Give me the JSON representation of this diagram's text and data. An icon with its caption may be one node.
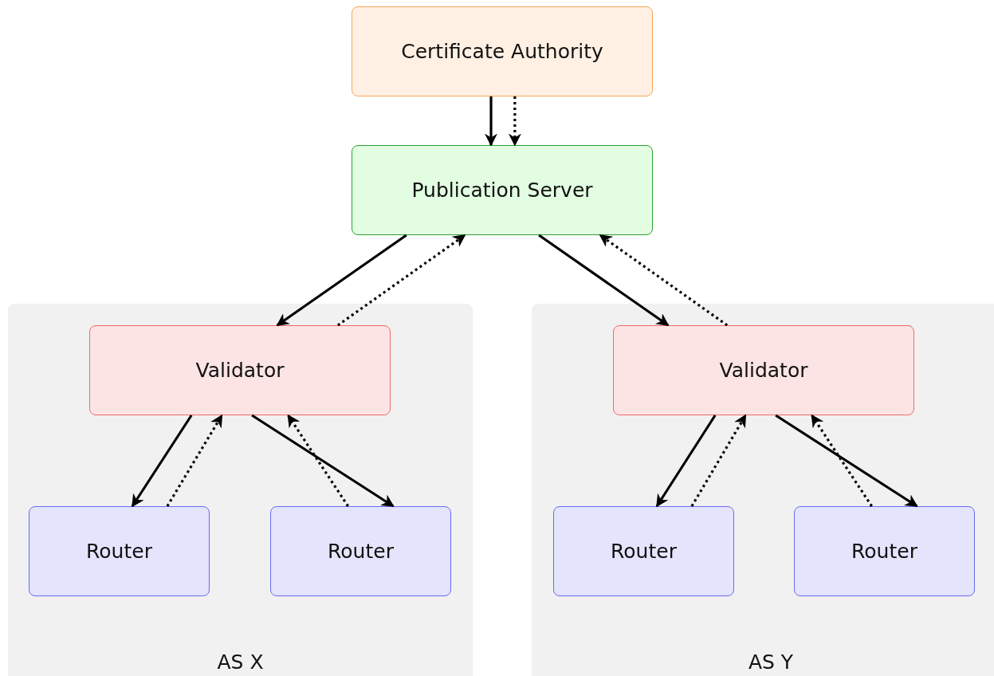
{
  "diagram": {
    "nodes": [
      {
        "text": [
          "Certificate Authority"
        ]
      },
      {
        "text": [
          "Publication Server"
        ]
      },
      {
        "text": [
          "AS X"
        ]
      },
      {
        "text": [
          "Validator"
        ],
        "in": 2
      },
      {
        "text": [
          "Router"
        ],
        "in": 2
      },
      {
        "text": [
          "Router"
        ],
        "in": 2
      },
      {
        "text": [
          "AS Y"
        ]
      },
      {
        "text": [
          "Validator"
        ],
        "in": 6
      },
      {
        "text": [
          "Router"
        ],
        "in": 6
      },
      {
        "text": [
          "Router"
        ],
        "in": 6
      }
    ],
    "edges": [
      {
        "from": 0,
        "to": 1,
        "arrow": "to"
      },
      {
        "from": 0,
        "to": 1,
        "arrow": "to",
        "style": "dashed"
      },
      {
        "from": 1,
        "to": 3,
        "arrow": "to"
      },
      {
        "from": 3,
        "to": 1,
        "arrow": "to",
        "style": "dashed"
      },
      {
        "from": 1,
        "to": 7,
        "arrow": "to"
      },
      {
        "from": 7,
        "to": 1,
        "arrow": "to",
        "style": "dashed"
      },
      {
        "from": 3,
        "to": 4,
        "arrow": "to"
      },
      {
        "from": 4,
        "to": 3,
        "arrow": "to",
        "style": "dashed"
      },
      {
        "from": 3,
        "to": 5,
        "arrow": "to"
      },
      {
        "from": 5,
        "to": 3,
        "arrow": "to",
        "style": "dashed"
      },
      {
        "from": 7,
        "to": 8,
        "arrow": "to"
      },
      {
        "from": 8,
        "to": 7,
        "arrow": "to",
        "style": "dashed"
      },
      {
        "from": 7,
        "to": 9,
        "arrow": "to"
      },
      {
        "from": 9,
        "to": 7,
        "arrow": "to",
        "style": "dashed"
      }
    ]
  }
}
